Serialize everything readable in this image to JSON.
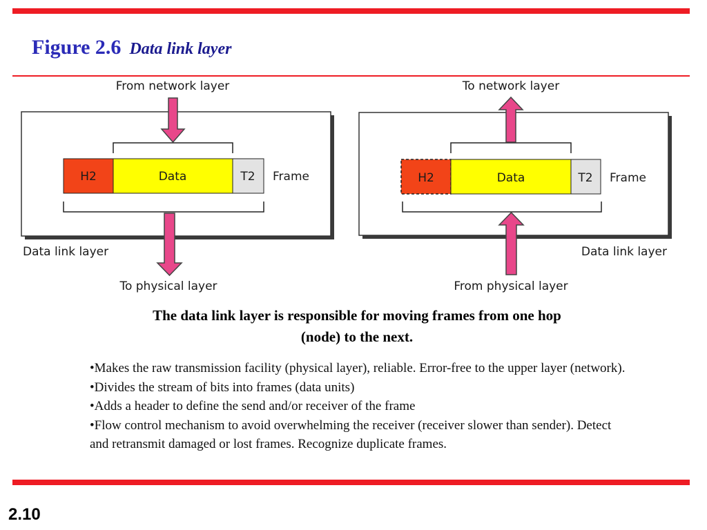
{
  "title": {
    "figure": "Figure 2.6",
    "subtitle": "Data link layer"
  },
  "diagram": {
    "left": {
      "top_label": "From network layer",
      "bottom_label": "To physical layer",
      "layer_label": "Data link layer",
      "header": "H2",
      "data": "Data",
      "trailer": "T2",
      "frame_label": "Frame"
    },
    "right": {
      "top_label": "To network layer",
      "bottom_label": "From physical layer",
      "layer_label": "Data link layer",
      "header": "H2",
      "data": "Data",
      "trailer": "T2",
      "frame_label": "Frame"
    },
    "colors": {
      "header": "#f24418",
      "data": "#ffff00",
      "trailer": "#e3e3e3",
      "arrow": "#e8478a",
      "accent": "#ee1c24",
      "title": "#2b2bb7"
    }
  },
  "summary": "The data link layer is responsible for moving frames from one hop (node) to the next.",
  "bullets": [
    "•Makes the raw transmission facility (physical layer), reliable. Error-free to the upper layer (network).",
    "•Divides the stream of bits into frames (data units)",
    "•Adds a header to define the send and/or receiver of the frame",
    "•Flow control mechanism to avoid overwhelming the receiver (receiver slower than sender). Detect and retransmit damaged or lost frames. Recognize duplicate frames."
  ],
  "slide_number": "2.10"
}
